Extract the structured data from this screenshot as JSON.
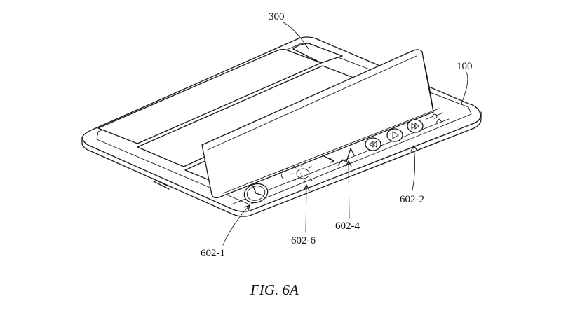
{
  "figure": {
    "caption": "FIG. 6A",
    "labels": {
      "cover": "300",
      "device": "100",
      "clock_affordance": "602-1",
      "media_controls": "602-2",
      "graph_affordance": "602-4",
      "weather_affordance": "602-6"
    },
    "icons": {
      "clock": "clock-icon",
      "weather": "sun-cloud-icon",
      "graph": "line-graph-icon",
      "rewind": "rewind-icon",
      "play": "play-icon",
      "fast_forward": "fast-forward-icon",
      "slider": "slider-icon"
    }
  }
}
